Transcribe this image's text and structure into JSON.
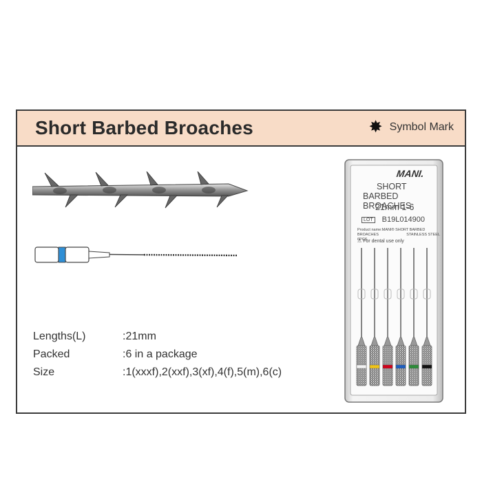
{
  "header": {
    "title": "Short Barbed Broaches",
    "symbol_mark": "Symbol Mark",
    "symbol_icon": "asterisk-star-icon",
    "background": "#f8dcc7"
  },
  "specs": [
    {
      "label": "Lengths(L)",
      "value": ":21mm"
    },
    {
      "label": "Packed",
      "value": ":6 in a package"
    },
    {
      "label": "Size",
      "value": ":1(xxxf),2(xxf),3(xf),4(f),5(m),6(c)"
    }
  ],
  "package": {
    "brand": "MANI.",
    "title_line1": "SHORT",
    "title_line2": "BARBED BROACHES",
    "size": "21mm 1-6",
    "lot_label": "LOT",
    "lot_number": "B19L014900",
    "product_name": "Product name:MANI® SHORT BARBED BROACHES",
    "pcs": "6PCS.",
    "material": "STAINLESS STEEL",
    "warning": "⚠ For dental use only",
    "handle_colors": [
      "#f2f2f2",
      "#f0c419",
      "#d0021b",
      "#1f5fbf",
      "#2e8b3a",
      "#111111"
    ]
  },
  "illustration": {
    "handle_band_color": "#2f8fd6"
  }
}
